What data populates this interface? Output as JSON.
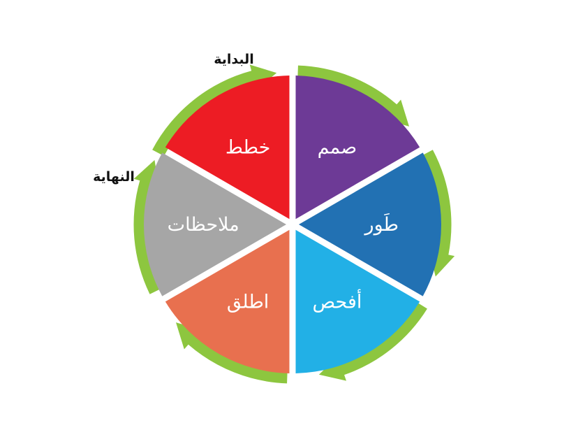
{
  "diagram": {
    "segments": [
      {
        "id": "plan",
        "label": "خطط",
        "color": "#ED1C24"
      },
      {
        "id": "design",
        "label": "صمم",
        "color": "#6D3A96"
      },
      {
        "id": "develop",
        "label": "طَور",
        "color": "#2271B3"
      },
      {
        "id": "test",
        "label": "أفحص",
        "color": "#22B0E6"
      },
      {
        "id": "launch",
        "label": "اطلق",
        "color": "#E8704F"
      },
      {
        "id": "feedback",
        "label": "ملاحظات",
        "color": "#A6A6A6"
      }
    ],
    "arrow_color": "#8DC63F",
    "start_label": "البداية",
    "end_label": "النهاية"
  }
}
